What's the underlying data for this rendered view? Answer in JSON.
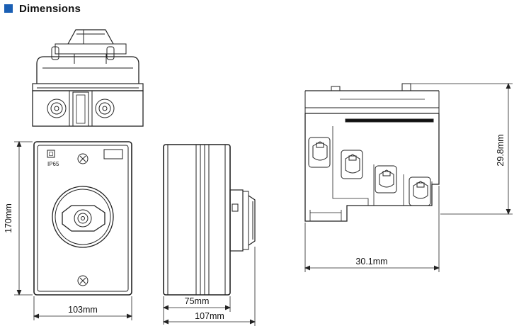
{
  "header": {
    "title": "Dimensions",
    "marker_color": "#1a5fb4"
  },
  "labels": {
    "ip_rating": "IP65"
  },
  "dimensions": {
    "front_width": "103mm",
    "front_height": "170mm",
    "side_body_depth": "75mm",
    "side_total_depth": "107mm",
    "rear_height": "29.8mm",
    "rear_width": "30.1mm"
  }
}
